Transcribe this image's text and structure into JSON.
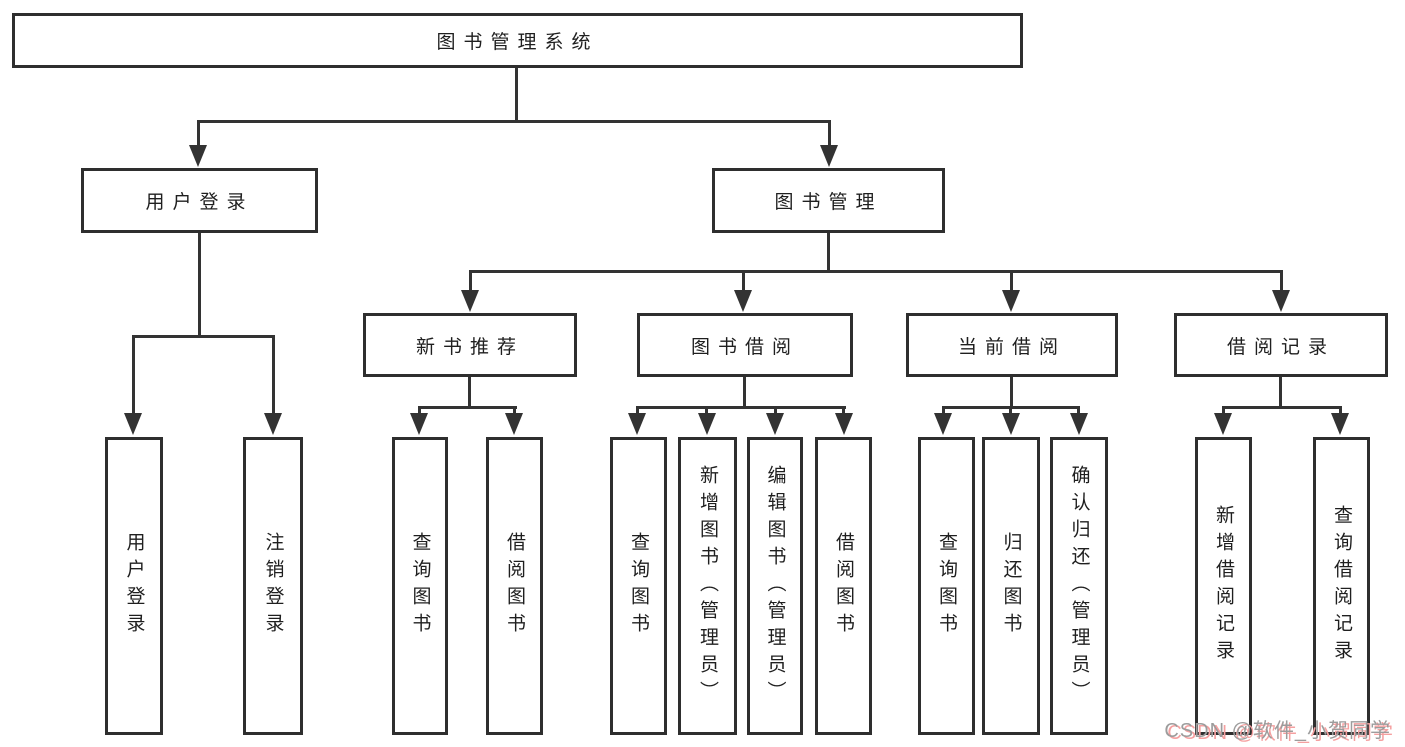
{
  "diagram": {
    "root": "图书管理系统",
    "level2": [
      "用户登录",
      "图书管理"
    ],
    "level3": [
      "新书推荐",
      "图书借阅",
      "当前借阅",
      "借阅记录"
    ],
    "leaves": {
      "user_login": [
        "用户登录",
        "注销登录"
      ],
      "new_book_recommend": [
        "查询图书",
        "借阅图书"
      ],
      "book_borrow": [
        "查询图书",
        "新增图书（管理员）",
        "编辑图书（管理员）",
        "借阅图书"
      ],
      "current_borrow": [
        "查询图书",
        "归还图书",
        "确认归还（管理员）"
      ],
      "borrow_records": [
        "新增借阅记录",
        "查询借阅记录"
      ]
    }
  },
  "watermark": {
    "text": "CSDN @软件_小贺同学",
    "text_color": "#9c9c9c",
    "shadow_color": "#f5a0a0"
  },
  "colors": {
    "line": "#333333",
    "box_border": "#2e2e2e",
    "text": "#1f1f1f",
    "background": "#ffffff"
  }
}
